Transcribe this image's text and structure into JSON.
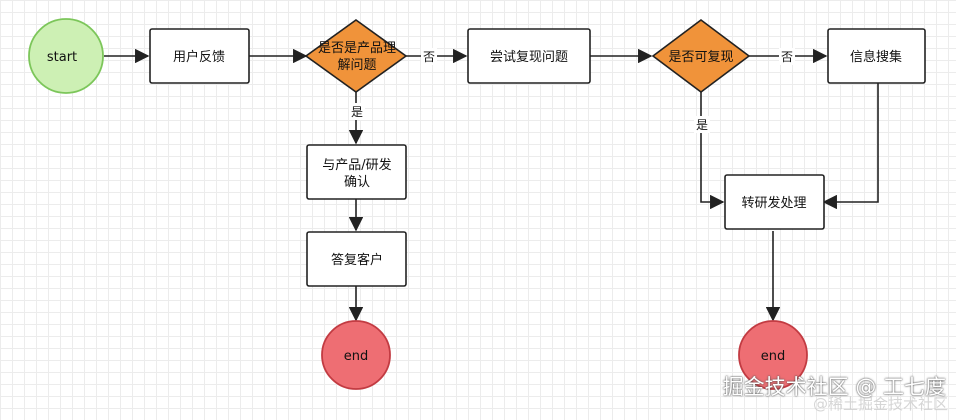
{
  "colors": {
    "start_fill": "#cdf0b4",
    "start_stroke": "#7cc65a",
    "end_fill": "#ee6e73",
    "end_stroke": "#c23b42",
    "decision_fill": "#f0933a",
    "stroke": "#222222"
  },
  "nodes": {
    "start": "start",
    "feedback": "用户反馈",
    "is_product_issue_l1": "是否是产品理",
    "is_product_issue_l2": "解问题",
    "confirm_l1": "与产品/研发",
    "confirm_l2": "确认",
    "reply": "答复客户",
    "end_left": "end",
    "try_reproduce": "尝试复现问题",
    "reproducible": "是否可复现",
    "collect_info": "信息搜集",
    "to_dev": "转研发处理",
    "end_right": "end"
  },
  "edges": {
    "no_1": "否",
    "yes_1": "是",
    "no_2": "否",
    "yes_2": "是"
  },
  "watermark": {
    "main": "掘金技术社区 @ 工七度",
    "sub": "@稀土掘金技术社区"
  }
}
